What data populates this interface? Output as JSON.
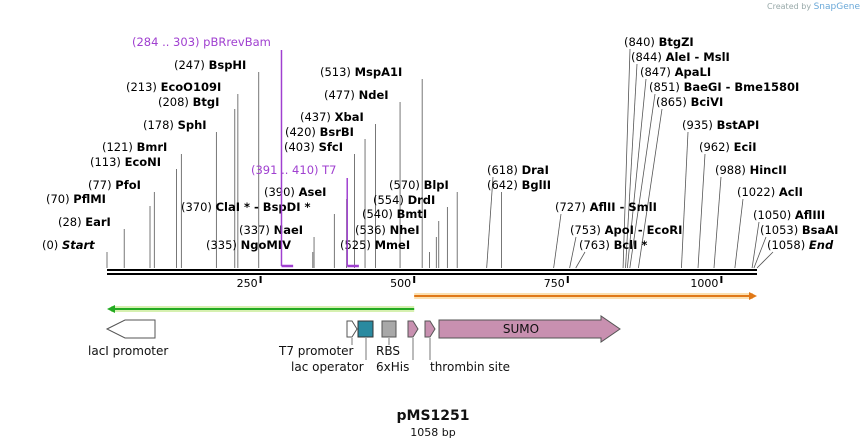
{
  "credit": {
    "prefix": "Created by",
    "brand": "SnapGene"
  },
  "plasmid": {
    "name": "pMS1251",
    "length": "1058 bp",
    "total_bp": 1058
  },
  "colors": {
    "enzyme": "#000000",
    "primer": "#a040d0",
    "green_arrow": "#22aa22",
    "orange_arrow": "#e07818",
    "sumo": "#c890b0",
    "lac_operator": "#2a8aa0",
    "his": "#a8a8a8"
  },
  "ruler": {
    "ticks": [
      250,
      500,
      750,
      1000
    ]
  },
  "enzymes": [
    {
      "name": "Start",
      "pos": "(0)",
      "bp": 0
    },
    {
      "name": "EarI",
      "pos": "(28)",
      "bp": 28
    },
    {
      "name": "PflMI",
      "pos": "(70)",
      "bp": 70
    },
    {
      "name": "PfoI",
      "pos": "(77)",
      "bp": 77
    },
    {
      "name": "EcoNI",
      "pos": "(113)",
      "bp": 113
    },
    {
      "name": "BmrI",
      "pos": "(121)",
      "bp": 121
    },
    {
      "name": "SphI",
      "pos": "(178)",
      "bp": 178
    },
    {
      "name": "BtgI",
      "pos": "(208)",
      "bp": 208
    },
    {
      "name": "EcoO109I",
      "pos": "(213)",
      "bp": 213
    },
    {
      "name": "BspHI",
      "pos": "(247)",
      "bp": 247
    },
    {
      "name": "NgoMIV",
      "pos": "(335)",
      "bp": 335
    },
    {
      "name": "NaeI",
      "pos": "(337)",
      "bp": 337
    },
    {
      "name": "ClaI * - BspDI *",
      "pos": "(370)",
      "bp": 370
    },
    {
      "name": "AseI",
      "pos": "(390)",
      "bp": 390
    },
    {
      "name": "SfcI",
      "pos": "(403)",
      "bp": 403
    },
    {
      "name": "BsrBI",
      "pos": "(420)",
      "bp": 420
    },
    {
      "name": "XbaI",
      "pos": "(437)",
      "bp": 437
    },
    {
      "name": "NdeI",
      "pos": "(477)",
      "bp": 477
    },
    {
      "name": "MspA1I",
      "pos": "(513)",
      "bp": 513
    },
    {
      "name": "MmeI",
      "pos": "(525)",
      "bp": 525
    },
    {
      "name": "NheI",
      "pos": "(536)",
      "bp": 536
    },
    {
      "name": "BmtI",
      "pos": "(540)",
      "bp": 540
    },
    {
      "name": "DrdI",
      "pos": "(554)",
      "bp": 554
    },
    {
      "name": "BlpI",
      "pos": "(570)",
      "bp": 570
    },
    {
      "name": "DraI",
      "pos": "(618)",
      "bp": 618
    },
    {
      "name": "BglII",
      "pos": "(642)",
      "bp": 642
    },
    {
      "name": "AflII - SmlI",
      "pos": "(727)",
      "bp": 727
    },
    {
      "name": "ApoI - EcoRI",
      "pos": "(753)",
      "bp": 753
    },
    {
      "name": "BclI *",
      "pos": "(763)",
      "bp": 763
    },
    {
      "name": "BtgZI",
      "pos": "(840)",
      "bp": 840
    },
    {
      "name": "AleI - MslI",
      "pos": "(844)",
      "bp": 844
    },
    {
      "name": "ApaLI",
      "pos": "(847)",
      "bp": 847
    },
    {
      "name": "BaeGI - Bme1580I",
      "pos": "(851)",
      "bp": 851
    },
    {
      "name": "BciVI",
      "pos": "(865)",
      "bp": 865
    },
    {
      "name": "BstAPI",
      "pos": "(935)",
      "bp": 935
    },
    {
      "name": "EciI",
      "pos": "(962)",
      "bp": 962
    },
    {
      "name": "HincII",
      "pos": "(988)",
      "bp": 988
    },
    {
      "name": "AclI",
      "pos": "(1022)",
      "bp": 1022
    },
    {
      "name": "AflIII",
      "pos": "(1050)",
      "bp": 1050
    },
    {
      "name": "BsaAI",
      "pos": "(1053)",
      "bp": 1053
    },
    {
      "name": "End",
      "pos": "(1058)",
      "bp": 1058
    }
  ],
  "primers": [
    {
      "name": "pBRrevBam",
      "pos": "(284 .. 303)",
      "start": 284,
      "end": 303
    },
    {
      "name": "T7",
      "pos": "(391 .. 410)",
      "start": 391,
      "end": 410
    }
  ],
  "features": [
    {
      "name": "lacI promoter",
      "type": "promoter"
    },
    {
      "name": "T7 promoter",
      "type": "promoter"
    },
    {
      "name": "lac operator",
      "type": "operator"
    },
    {
      "name": "RBS",
      "type": "rbs"
    },
    {
      "name": "6xHis",
      "type": "tag"
    },
    {
      "name": "thrombin site",
      "type": "site"
    },
    {
      "name": "SUMO",
      "type": "cds"
    }
  ]
}
